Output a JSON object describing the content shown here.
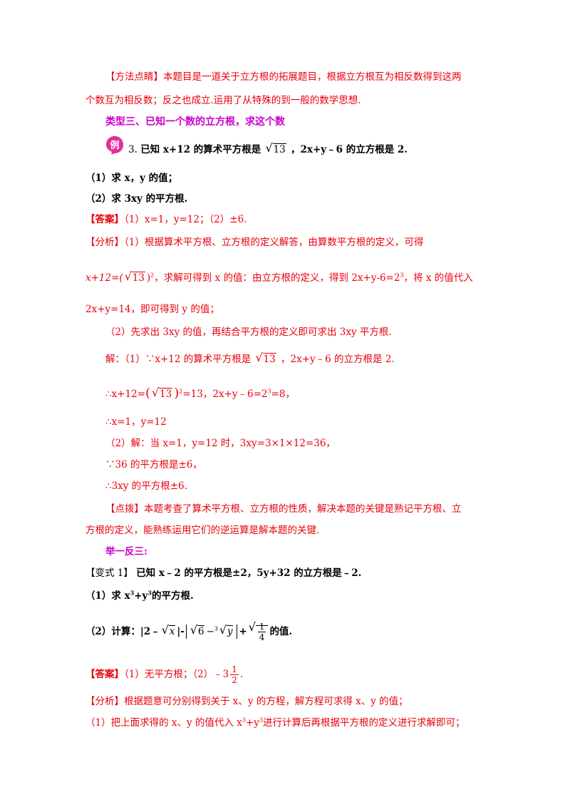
{
  "method_tip": {
    "line1": "【方法点睛】本题目是一道关于立方根的拓展题目，根据立方根互为相反数得到这两",
    "line2": "个数互为相反数；反之也成立.运用了从特殊的到一般的数学思想."
  },
  "section_title": "类型三、已知一个数的立方根，求这个数",
  "example": {
    "badge": "例",
    "number": "3.",
    "text_a": "已知 x+12 的算术平方根是",
    "rad": "13",
    "text_b": "，2x+y﹣6 的立方根是 2.",
    "q1": "（1）求 x，y 的值；",
    "q2": "（2）求 3xy 的平方根."
  },
  "answer": {
    "label": "【答案】",
    "text": "（1）x=1，y=12；（2）±6."
  },
  "analysis": {
    "label": "【分析】",
    "l1": "（1）根据算术平方根、立方根的定义解答，由算数平方根的定义，可得",
    "l2a": "x+12=(",
    "l2rad": "13",
    "l2b": ")",
    "l2sup": "2",
    "l2c": "，求解可得到 x 的值：由立方根的定义，得到 2x+y-6=2",
    "l2sup2": "3",
    "l2d": "，将 x 的值代入",
    "l3": "2x+y=14，即可得到 y 的值；",
    "l4": "（2）先求出 3xy 的值，再结合平方根的定义即可求出 3xy 平方根."
  },
  "solution": {
    "s1a": "解：（1）∵x+12 的算术平方根是",
    "s1rad": "13",
    "s1b": "，2x+y﹣6 的立方根是 2.",
    "s2a": "∴x+12=",
    "s2rad": "13",
    "s2sup": "2",
    "s2b": "=13，2x+y﹣6=2",
    "s2sup2": "3",
    "s2c": "=8，",
    "s3": "∴x=1，y=12",
    "s4": "（2）解：当 x=1，y=12 时，3xy=3×1×12=36，",
    "s5": "∵36 的平方根是±6，",
    "s6": "∴3xy 的平方根±6."
  },
  "tip": {
    "line1": "【点拨】本题考查了算术平方根、立方根的性质，解决本题的关键是熟记平方根、立",
    "line2": "方根的定义，能熟练运用它们的逆运算是解本题的关键."
  },
  "practice_title": "举一反三:",
  "variant": {
    "label": "【变式 1】",
    "text": "已知 x﹣2 的平方根是±2，5y+32 的立方根是﹣2.",
    "q1a": "（1）求 x",
    "q1sup": "3",
    "q1b": "+y",
    "q1sup2": "3",
    "q1c": "的平方根.",
    "q2a": "（2）计算：|2﹣",
    "q2radx": "x",
    "q2b": "|-",
    "q2rad6": "6",
    "q2minus": "−",
    "q2cbidx": "3",
    "q2rady": "y",
    "q2plus": "+",
    "q2num": "1",
    "q2den": "4",
    "q2c": "的值."
  },
  "answer2": {
    "label": "【答案】",
    "text": "（1）无平方根；（2）﹣3",
    "num": "1",
    "den": "2",
    "end": "."
  },
  "analysis2": {
    "l1": "【分析】根据题意可分别得到关于 x、y 的方程，解方程可求得 x、y 的值；",
    "l2a": "（1）把上面求得的 x、y 的值代入 x",
    "l2sup": "3",
    "l2b": "+y",
    "l2sup2": "3",
    "l2c": "进行计算后再根据平方根的定义进行求解即可；"
  }
}
